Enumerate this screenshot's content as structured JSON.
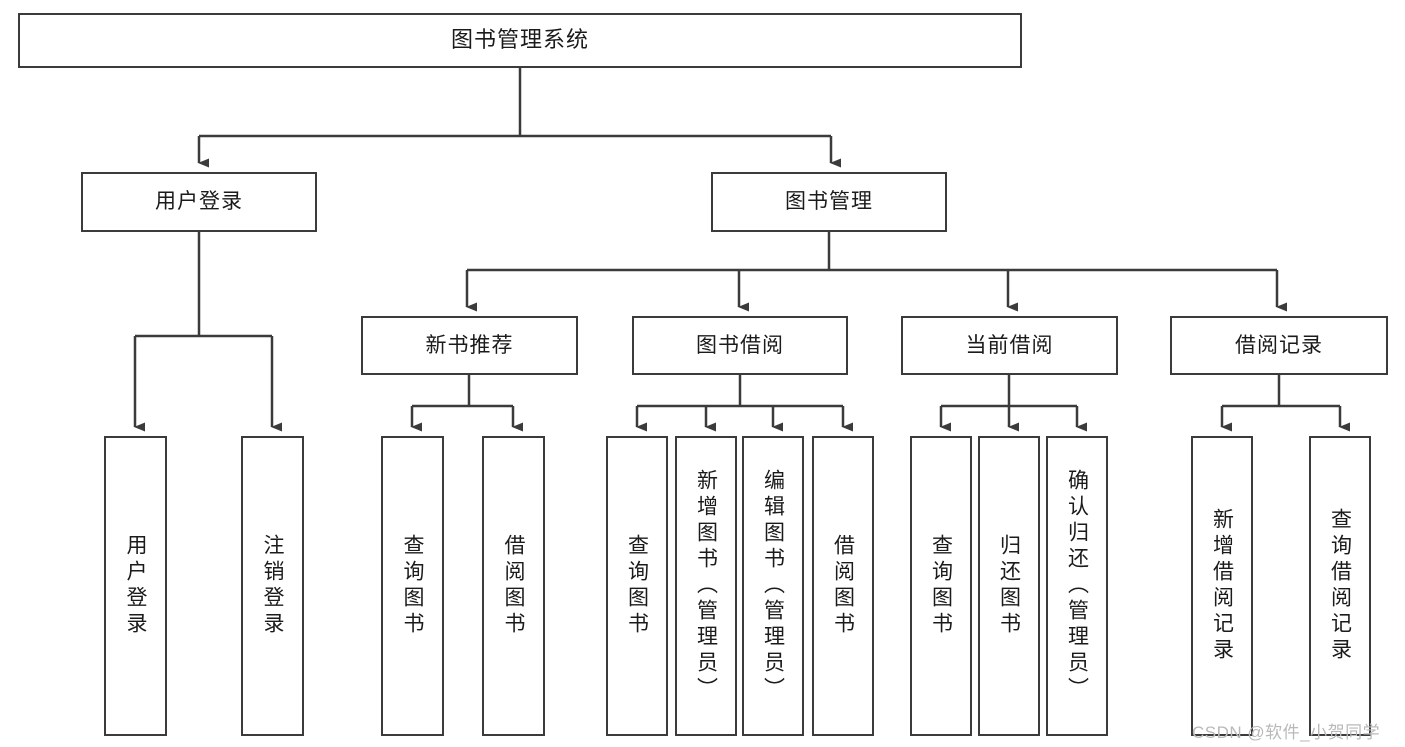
{
  "diagram": {
    "title": "图书管理系统",
    "type": "tree-hierarchy-diagram",
    "colors": {
      "box_border": "#3b3b3b",
      "box_fill": "#ffffff",
      "connector": "#3b3b3b",
      "text": "#1a1a1a",
      "watermark": "#b9b9b9",
      "background": "#ffffff"
    },
    "root": {
      "label": "图书管理系统"
    },
    "level2": [
      {
        "label": "用户登录"
      },
      {
        "label": "图书管理"
      }
    ],
    "level3": [
      {
        "label": "新书推荐"
      },
      {
        "label": "图书借阅"
      },
      {
        "label": "当前借阅"
      },
      {
        "label": "借阅记录"
      }
    ],
    "leaves": {
      "user_login": [
        {
          "label": "用户登录"
        },
        {
          "label": "注销登录"
        }
      ],
      "new_book_recommend": [
        {
          "label": "查询图书"
        },
        {
          "label": "借阅图书"
        }
      ],
      "book_borrow": [
        {
          "label": "查询图书"
        },
        {
          "label": "新增图书（管理员）"
        },
        {
          "label": "编辑图书（管理员）"
        },
        {
          "label": "借阅图书"
        }
      ],
      "current_borrow": [
        {
          "label": "查询图书"
        },
        {
          "label": "归还图书"
        },
        {
          "label": "确认归还（管理员）"
        }
      ],
      "borrow_record": [
        {
          "label": "新增借阅记录"
        },
        {
          "label": "查询借阅记录"
        }
      ]
    }
  },
  "watermark": {
    "text": "CSDN @软件_小贺同学"
  }
}
